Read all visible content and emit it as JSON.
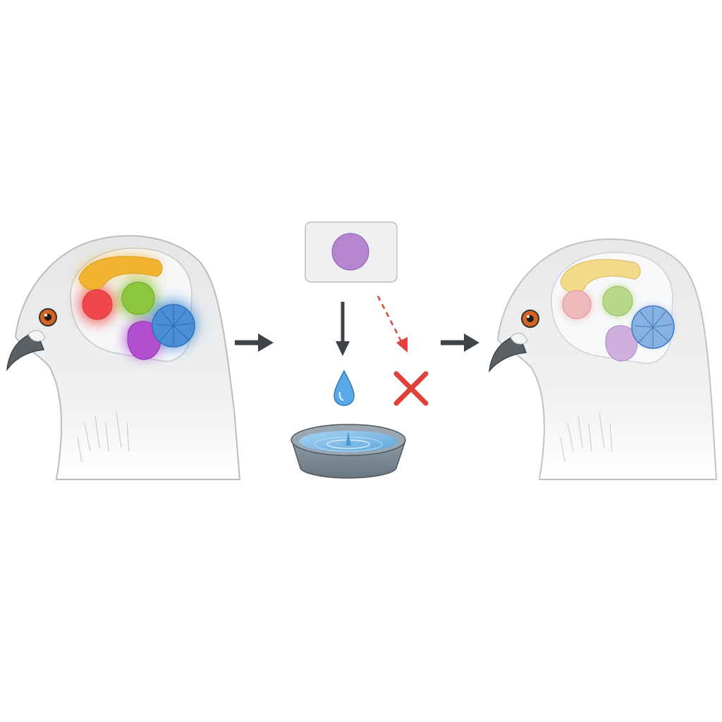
{
  "diagram": {
    "left_bird": {
      "state": "active",
      "regions": [
        {
          "name": "arc-region",
          "color": "#f2b430"
        },
        {
          "name": "red-region",
          "color": "#f0474a"
        },
        {
          "name": "green-region",
          "color": "#8cc63f"
        },
        {
          "name": "purple-region",
          "color": "#b24fd1"
        },
        {
          "name": "blue-region",
          "color": "#4a8fd8"
        }
      ]
    },
    "stimulus_card": {
      "dot_color": "#b585d0"
    },
    "arrows": {
      "neutral_color": "#3f4246",
      "blocked_color": "#e0403a"
    },
    "water": {
      "drop_color": "#5aa9e6",
      "dish_color": "#7e8d9a"
    },
    "right_bird": {
      "state": "faded",
      "regions": [
        {
          "name": "arc-region",
          "color": "#f3d98a"
        },
        {
          "name": "red-region",
          "color": "#efb9bb"
        },
        {
          "name": "green-region",
          "color": "#b7d889"
        },
        {
          "name": "purple-region",
          "color": "#cfaee0"
        },
        {
          "name": "blue-region",
          "color": "#86b1e0"
        }
      ]
    }
  }
}
